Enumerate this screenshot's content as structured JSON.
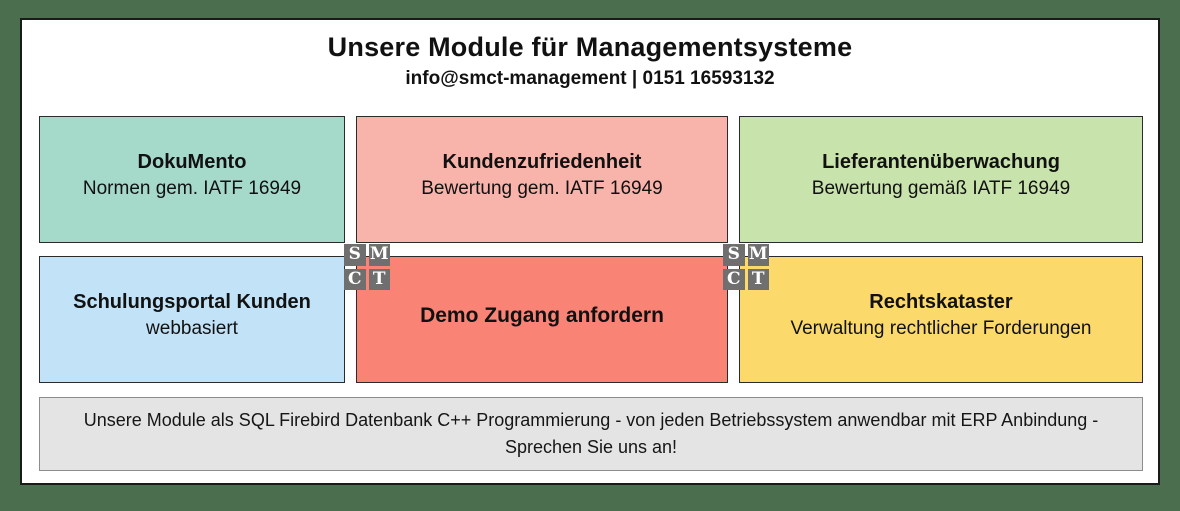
{
  "theme": {
    "page_background": "#4a6e4e",
    "panel_background": "#ffffff",
    "panel_border": "#1a1a1a",
    "text": "#111111",
    "footer_background": "#e4e4e4",
    "footer_border": "#8d8d8d",
    "logo_tile": "#6f6f6f",
    "logo_letter": "#ffffff"
  },
  "header": {
    "title": "Unsere Module für Managementsysteme",
    "contact": "info@smct-management | 0151 16593132"
  },
  "cards": [
    {
      "name": "dokumento",
      "title": "DokuMento",
      "subtitle": "Normen gem. IATF 16949",
      "color": "#a5d9ca"
    },
    {
      "name": "kundenzufriedenheit",
      "title": "Kundenzufriedenheit",
      "subtitle": "Bewertung gem. IATF 16949",
      "color": "#f8b3ab"
    },
    {
      "name": "lieferantenueberwachung",
      "title": "Lieferantenüberwachung",
      "subtitle": "Bewertung gemäß IATF 16949",
      "color": "#c8e3ab"
    },
    {
      "name": "schulungsportal-kunden",
      "title": "Schulungsportal Kunden",
      "subtitle": "webbasiert",
      "color": "#c2e2f7"
    },
    {
      "name": "demo-zugang-anfordern",
      "title": "Demo Zugang anfordern",
      "subtitle": "",
      "color": "#f98476"
    },
    {
      "name": "rechtskataster",
      "title": "Rechtskataster",
      "subtitle": "Verwaltung rechtlicher Forderungen",
      "color": "#fbd96b"
    }
  ],
  "logo": {
    "name": "smct-logo",
    "tiles": [
      "S",
      "M",
      "C",
      "T"
    ]
  },
  "footer": {
    "text": "Unsere Module als SQL Firebird Datenbank C++ Programmierung - von jeden Betriebssystem anwendbar mit ERP Anbindung - Sprechen Sie uns an!"
  }
}
